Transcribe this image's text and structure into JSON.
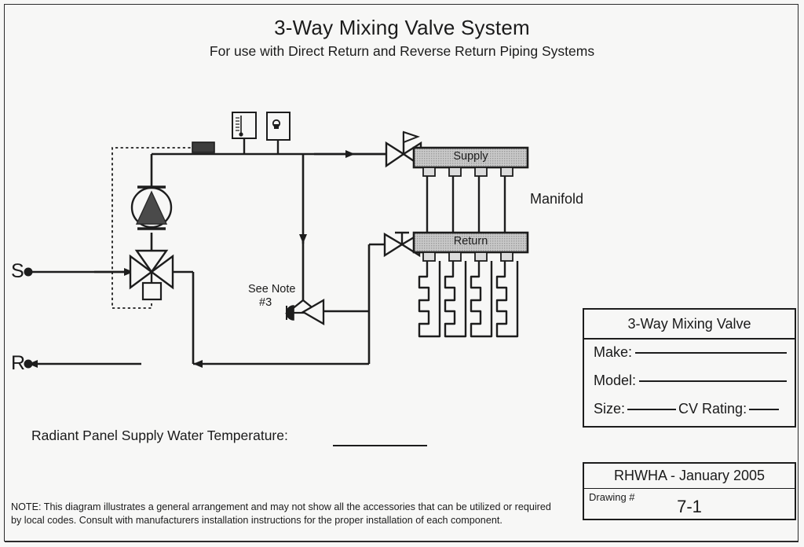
{
  "sheet": {
    "title": "3-Way Mixing Valve System",
    "subtitle": "For use with Direct Return and Reverse Return Piping Systems",
    "background_color": "#f7f7f6",
    "line_color": "#1d1d1d"
  },
  "diagram": {
    "supply_port_label": "S",
    "return_port_label": "R",
    "manifold_label": "Manifold",
    "manifold_supply_label": "Supply",
    "manifold_return_label": "Return",
    "note_ref_line1": "See Note",
    "note_ref_line2": "#3",
    "manifold_circuit_count": 4,
    "components": {
      "pump": "circulator-pump",
      "mixing_valve": "three-way-mixing-valve",
      "actuator": "valve-actuator",
      "strap_on_sensor": "strap-on-temperature-sensor",
      "thermometer": "thermometer-gauge",
      "air_vent": "air-vent",
      "bypass_valve": "balancing-bypass-valve",
      "supply_isolation_valve": "supply-isolation-ball-valve",
      "return_isolation_valve": "return-isolation-valve",
      "radiant_panels": "radiant-panel-serpentine-circuits"
    }
  },
  "field_label": {
    "radiant_panel_temp": "Radiant Panel Supply Water Temperature:"
  },
  "title_block": {
    "heading": "3-Way Mixing Valve",
    "make_label": "Make:",
    "model_label": "Model:",
    "size_label": "Size:",
    "cv_label": "CV Rating:",
    "make_value": "",
    "model_value": "",
    "size_value": "",
    "cv_value": ""
  },
  "revision_block": {
    "heading": "RHWHA -  January 2005",
    "drawing_label": "Drawing #",
    "drawing_number": "7-1"
  },
  "note": {
    "text": "NOTE: This diagram illustrates a general arrangement and may not show all the accessories that can be utilized or required by local codes. Consult with manufacturers installation instructions for the proper installation of each component."
  }
}
